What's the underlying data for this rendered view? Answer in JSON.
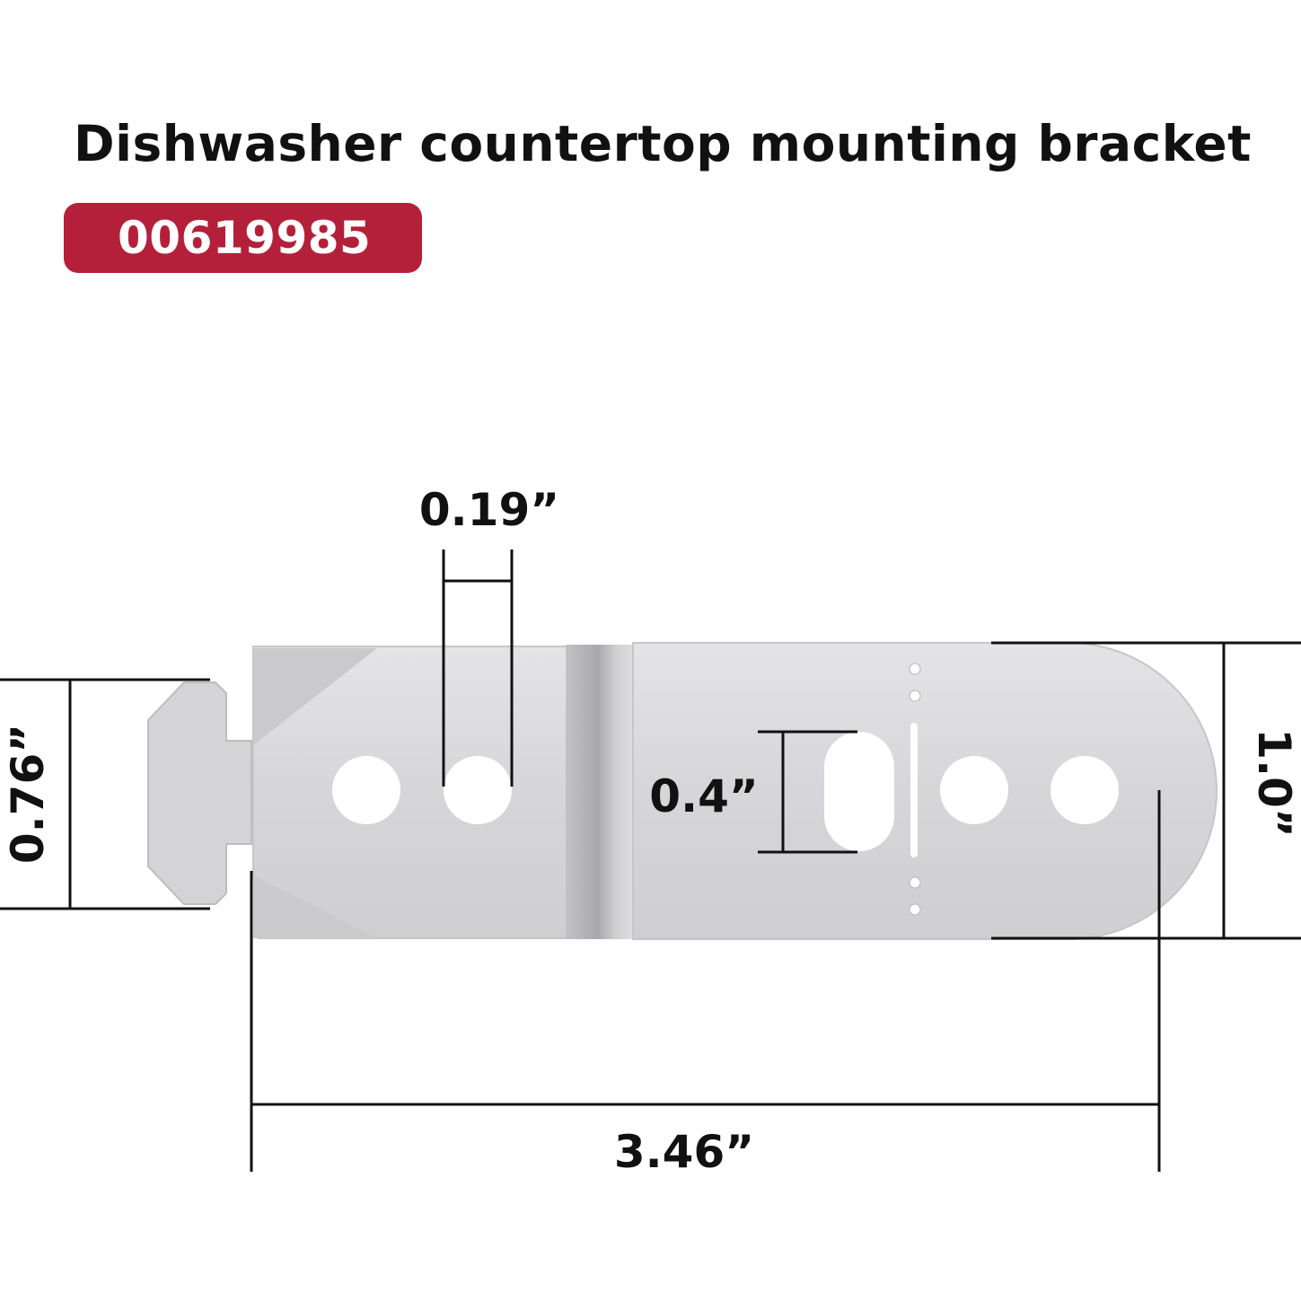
{
  "title": "Dishwasher countertop mounting bracket",
  "part_number": "00619985",
  "colors": {
    "badge": "#b4203a",
    "badge_text": "#ffffff",
    "metal_light": "#dcdcde",
    "metal_mid": "#c9c9cc",
    "dimension_lines": "#111111"
  },
  "dimensions": {
    "hole_diameter": "0.19”",
    "slot_height": "0.4”",
    "tab_height": "0.76”",
    "bracket_width": "1.0”",
    "bracket_length": "3.46”"
  }
}
